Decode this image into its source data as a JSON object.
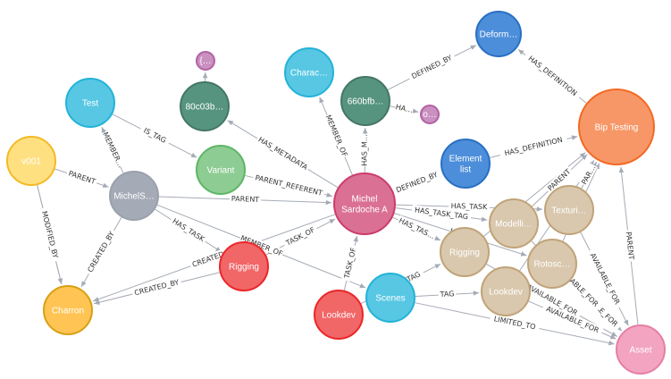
{
  "graph": {
    "nodes": [
      {
        "id": "n_deform",
        "label": "Deform…",
        "lines": [
          "Deform…"
        ],
        "type": "step",
        "fill": "#4c8eda",
        "stroke": "#2870c2"
      },
      {
        "id": "n_small_purple1",
        "label": "{…",
        "lines": [
          "{…"
        ],
        "type": "tag",
        "fill": "#c990c0",
        "stroke": "#b261a5"
      },
      {
        "id": "n_charac",
        "label": "Charac…",
        "lines": [
          "Charac…"
        ],
        "type": "category",
        "fill": "#57c7e3",
        "stroke": "#23b3d7"
      },
      {
        "id": "n_bip",
        "label": "Bip Testing",
        "lines": [
          "Bip Testing"
        ],
        "type": "project",
        "fill": "#f79767",
        "stroke": "#f36924"
      },
      {
        "id": "n_test",
        "label": "Test",
        "lines": [
          "Test"
        ],
        "type": "category",
        "fill": "#57c7e3",
        "stroke": "#23b3d7"
      },
      {
        "id": "n_80c03b",
        "label": "80c03b…",
        "lines": [
          "80c03b…"
        ],
        "type": "metadata",
        "fill": "#569480",
        "stroke": "#447666"
      },
      {
        "id": "n_660bfb",
        "label": "660bfb…",
        "lines": [
          "660bfb…"
        ],
        "type": "metadata",
        "fill": "#569480",
        "stroke": "#447666"
      },
      {
        "id": "n_small_purple2",
        "label": "o…",
        "lines": [
          "o…"
        ],
        "type": "tag",
        "fill": "#c990c0",
        "stroke": "#b261a5"
      },
      {
        "id": "n_v001",
        "label": "v001",
        "lines": [
          "v001"
        ],
        "type": "version",
        "fill": "#ffe081",
        "stroke": "#f3ba25"
      },
      {
        "id": "n_variant",
        "label": "Variant",
        "lines": [
          "Variant"
        ],
        "type": "variant",
        "fill": "#8dcc93",
        "stroke": "#5db665"
      },
      {
        "id": "n_element",
        "label": "Element list",
        "lines": [
          "Element",
          "list"
        ],
        "type": "step",
        "fill": "#4c8eda",
        "stroke": "#2870c2"
      },
      {
        "id": "n_michels",
        "label": "MichelS…",
        "lines": [
          "MichelS…"
        ],
        "type": "user",
        "fill": "#a5abb6",
        "stroke": "#9aa1ac"
      },
      {
        "id": "n_michel",
        "label": "Michel Sardoche A",
        "lines": [
          "Michel",
          "Sardoche A"
        ],
        "type": "asset",
        "fill": "#da7194",
        "stroke": "#cc3c6c"
      },
      {
        "id": "n_modelli",
        "label": "Modelli…",
        "lines": [
          "Modelli…"
        ],
        "type": "task",
        "fill": "#d9c8ae",
        "stroke": "#c0a378"
      },
      {
        "id": "n_texturi",
        "label": "Texturi…",
        "lines": [
          "Texturi…"
        ],
        "type": "task",
        "fill": "#d9c8ae",
        "stroke": "#c0a378"
      },
      {
        "id": "n_rigging_task",
        "label": "Rigging",
        "lines": [
          "Rigging"
        ],
        "type": "task",
        "fill": "#d9c8ae",
        "stroke": "#c0a378"
      },
      {
        "id": "n_rigging_step",
        "label": "Rigging",
        "lines": [
          "Rigging"
        ],
        "type": "step",
        "fill": "#f16667",
        "stroke": "#eb2728"
      },
      {
        "id": "n_rotosc",
        "label": "Rotosc…",
        "lines": [
          "Rotosc…"
        ],
        "type": "task",
        "fill": "#d9c8ae",
        "stroke": "#c0a378"
      },
      {
        "id": "n_charron",
        "label": "Charron",
        "lines": [
          "Charron"
        ],
        "type": "user",
        "fill": "#ffc454",
        "stroke": "#d7a013"
      },
      {
        "id": "n_scenes",
        "label": "Scenes",
        "lines": [
          "Scenes"
        ],
        "type": "category",
        "fill": "#57c7e3",
        "stroke": "#23b3d7"
      },
      {
        "id": "n_lookdev_step",
        "label": "Lookdev",
        "lines": [
          "Lookdev"
        ],
        "type": "step",
        "fill": "#f16667",
        "stroke": "#eb2728"
      },
      {
        "id": "n_lookdev_task",
        "label": "Lookdev",
        "lines": [
          "Lookdev"
        ],
        "type": "task",
        "fill": "#d9c8ae",
        "stroke": "#c0a378"
      },
      {
        "id": "n_asset",
        "label": "Asset",
        "lines": [
          "Asset"
        ],
        "type": "category",
        "fill": "#f3a4c0",
        "stroke": "#e67fa5"
      }
    ],
    "edges": [
      {
        "id": "e1",
        "source": "n_bip",
        "target": "n_deform",
        "label": "HAS_DEFINITION"
      },
      {
        "id": "e2",
        "source": "n_660bfb",
        "target": "n_deform",
        "label": "DEFINED_BY"
      },
      {
        "id": "e3",
        "source": "n_660bfb",
        "target": "n_small_purple2",
        "label": "HA…"
      },
      {
        "id": "e4",
        "source": "n_80c03b",
        "target": "n_small_purple1",
        "label": ""
      },
      {
        "id": "e5",
        "source": "n_michel",
        "target": "n_80c03b",
        "label": "HAS_METADATA"
      },
      {
        "id": "e6",
        "source": "n_michel",
        "target": "n_660bfb",
        "label": "HAS_M…"
      },
      {
        "id": "e7",
        "source": "n_michel",
        "target": "n_charac",
        "label": "MEMBER_OF"
      },
      {
        "id": "e8",
        "source": "n_michel",
        "target": "n_element",
        "label": "DEFINED_BY"
      },
      {
        "id": "e9",
        "source": "n_element",
        "target": "n_bip",
        "label": "HAS_DEFINITION"
      },
      {
        "id": "e10",
        "source": "n_michels",
        "target": "n_test",
        "label": "MEMBER…"
      },
      {
        "id": "e11",
        "source": "n_test",
        "target": "n_variant",
        "label": "IS_TAG"
      },
      {
        "id": "e12",
        "source": "n_variant",
        "target": "n_michel",
        "label": "PARENT_REFERENT"
      },
      {
        "id": "e13",
        "source": "n_v001",
        "target": "n_michels",
        "label": "PARENT"
      },
      {
        "id": "e14",
        "source": "n_v001",
        "target": "n_charron",
        "label": "CREATED_BY"
      },
      {
        "id": "e15",
        "source": "n_v001",
        "target": "n_charron",
        "label": "MODIFIED_BY"
      },
      {
        "id": "e16",
        "source": "n_michels",
        "target": "n_michel",
        "label": "PARENT"
      },
      {
        "id": "e17",
        "source": "n_michels",
        "target": "n_charron",
        "label": "CREATED_BY"
      },
      {
        "id": "e18",
        "source": "n_michels",
        "target": "n_rigging_step",
        "label": "HAS_TASK"
      },
      {
        "id": "e19",
        "source": "n_michels",
        "target": "n_scenes",
        "label": "MEMBER_OF"
      },
      {
        "id": "e20",
        "source": "n_rigging_step",
        "target": "n_michel",
        "label": "TASK_OF"
      },
      {
        "id": "e21",
        "source": "n_rigging_step",
        "target": "n_charron",
        "label": "CREATED_BY"
      },
      {
        "id": "e22",
        "source": "n_michel",
        "target": "n_modelli",
        "label": "HAS_TASK_TAG"
      },
      {
        "id": "e23",
        "source": "n_michel",
        "target": "n_rigging_task",
        "label": "HAS_TAS…"
      },
      {
        "id": "e24",
        "source": "n_michel",
        "target": "n_texturi",
        "label": "HAS_TASK"
      },
      {
        "id": "e25",
        "source": "n_michel",
        "target": "n_rotosc",
        "label": "HAS…"
      },
      {
        "id": "e26",
        "source": "n_lookdev_step",
        "target": "n_michel",
        "label": "TASK_OF"
      },
      {
        "id": "e27",
        "source": "n_lookdev_step",
        "target": "n_rigging_task",
        "label": "ACTIVE_TAG"
      },
      {
        "id": "e28",
        "source": "n_scenes",
        "target": "n_lookdev_task",
        "label": "TAG"
      },
      {
        "id": "e29",
        "source": "n_modelli",
        "target": "n_bip",
        "label": "PARENT"
      },
      {
        "id": "e30",
        "source": "n_texturi",
        "target": "n_bip",
        "label": "PAR…"
      },
      {
        "id": "e31",
        "source": "n_rigging_task",
        "target": "n_bip",
        "label": ""
      },
      {
        "id": "e32",
        "source": "n_rotosc",
        "target": "n_bip",
        "label": ""
      },
      {
        "id": "e33",
        "source": "n_lookdev_task",
        "target": "n_bip",
        "label": ""
      },
      {
        "id": "e34",
        "source": "n_texturi",
        "target": "n_asset",
        "label": "AVAILABLE_FOR"
      },
      {
        "id": "e35",
        "source": "n_rotosc",
        "target": "n_asset",
        "label": "AVAILABLE_FOR"
      },
      {
        "id": "e36",
        "source": "n_rigging_task",
        "target": "n_asset",
        "label": "AVAILABLE_FOR"
      },
      {
        "id": "e37",
        "source": "n_lookdev_task",
        "target": "n_asset",
        "label": "AVAILABLE_FOR"
      },
      {
        "id": "e38",
        "source": "n_modelli",
        "target": "n_asset",
        "label": "AVAILABLE_FOR"
      },
      {
        "id": "e39",
        "source": "n_scenes",
        "target": "n_asset",
        "label": "LIMITED_TO"
      },
      {
        "id": "e40",
        "source": "n_asset",
        "target": "n_bip",
        "label": "PARENT"
      },
      {
        "id": "e41",
        "source": "n_michel",
        "target": "n_charron",
        "label": "CREATED_BY"
      }
    ]
  }
}
